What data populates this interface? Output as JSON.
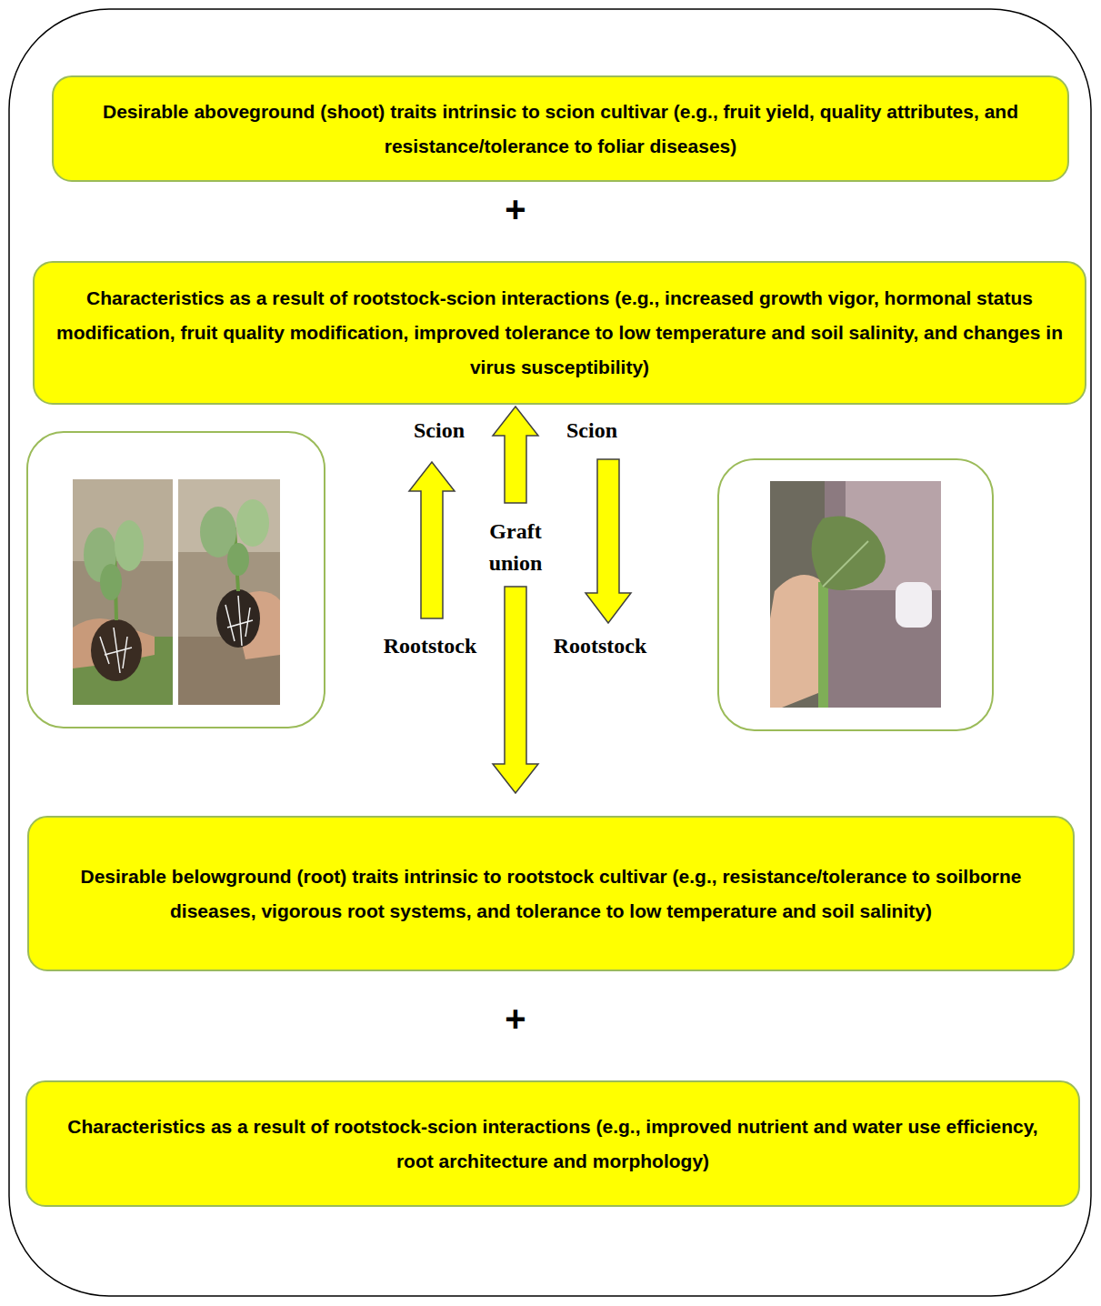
{
  "diagram": {
    "nodes": [
      {
        "text": [
          "Desirable aboveground (shoot) traits intrinsic to scion cultivar (e.g., fruit yield, quality attributes, and resistance/tolerance to foliar diseases)"
        ]
      },
      {
        "text": [
          "Characteristics as a result of rootstock-scion interactions (e.g., increased growth vigor, hormonal status modification, fruit quality modification, improved tolerance to low temperature and soil salinity, and changes in virus susceptibility)"
        ]
      },
      {
        "text": [
          "Desirable belowground (root) traits intrinsic to rootstock cultivar (e.g., resistance/tolerance to soilborne diseases, vigorous root systems, and tolerance to low temperature and soil salinity)"
        ]
      },
      {
        "text": [
          "Characteristics as a result of rootstock-scion interactions (e.g., improved nutrient and water use efficiency, root architecture and morphology)"
        ]
      }
    ],
    "labels": [
      "+",
      "Scion",
      "Scion",
      "Graft union",
      "Rootstock",
      "Rootstock",
      "+"
    ]
  }
}
